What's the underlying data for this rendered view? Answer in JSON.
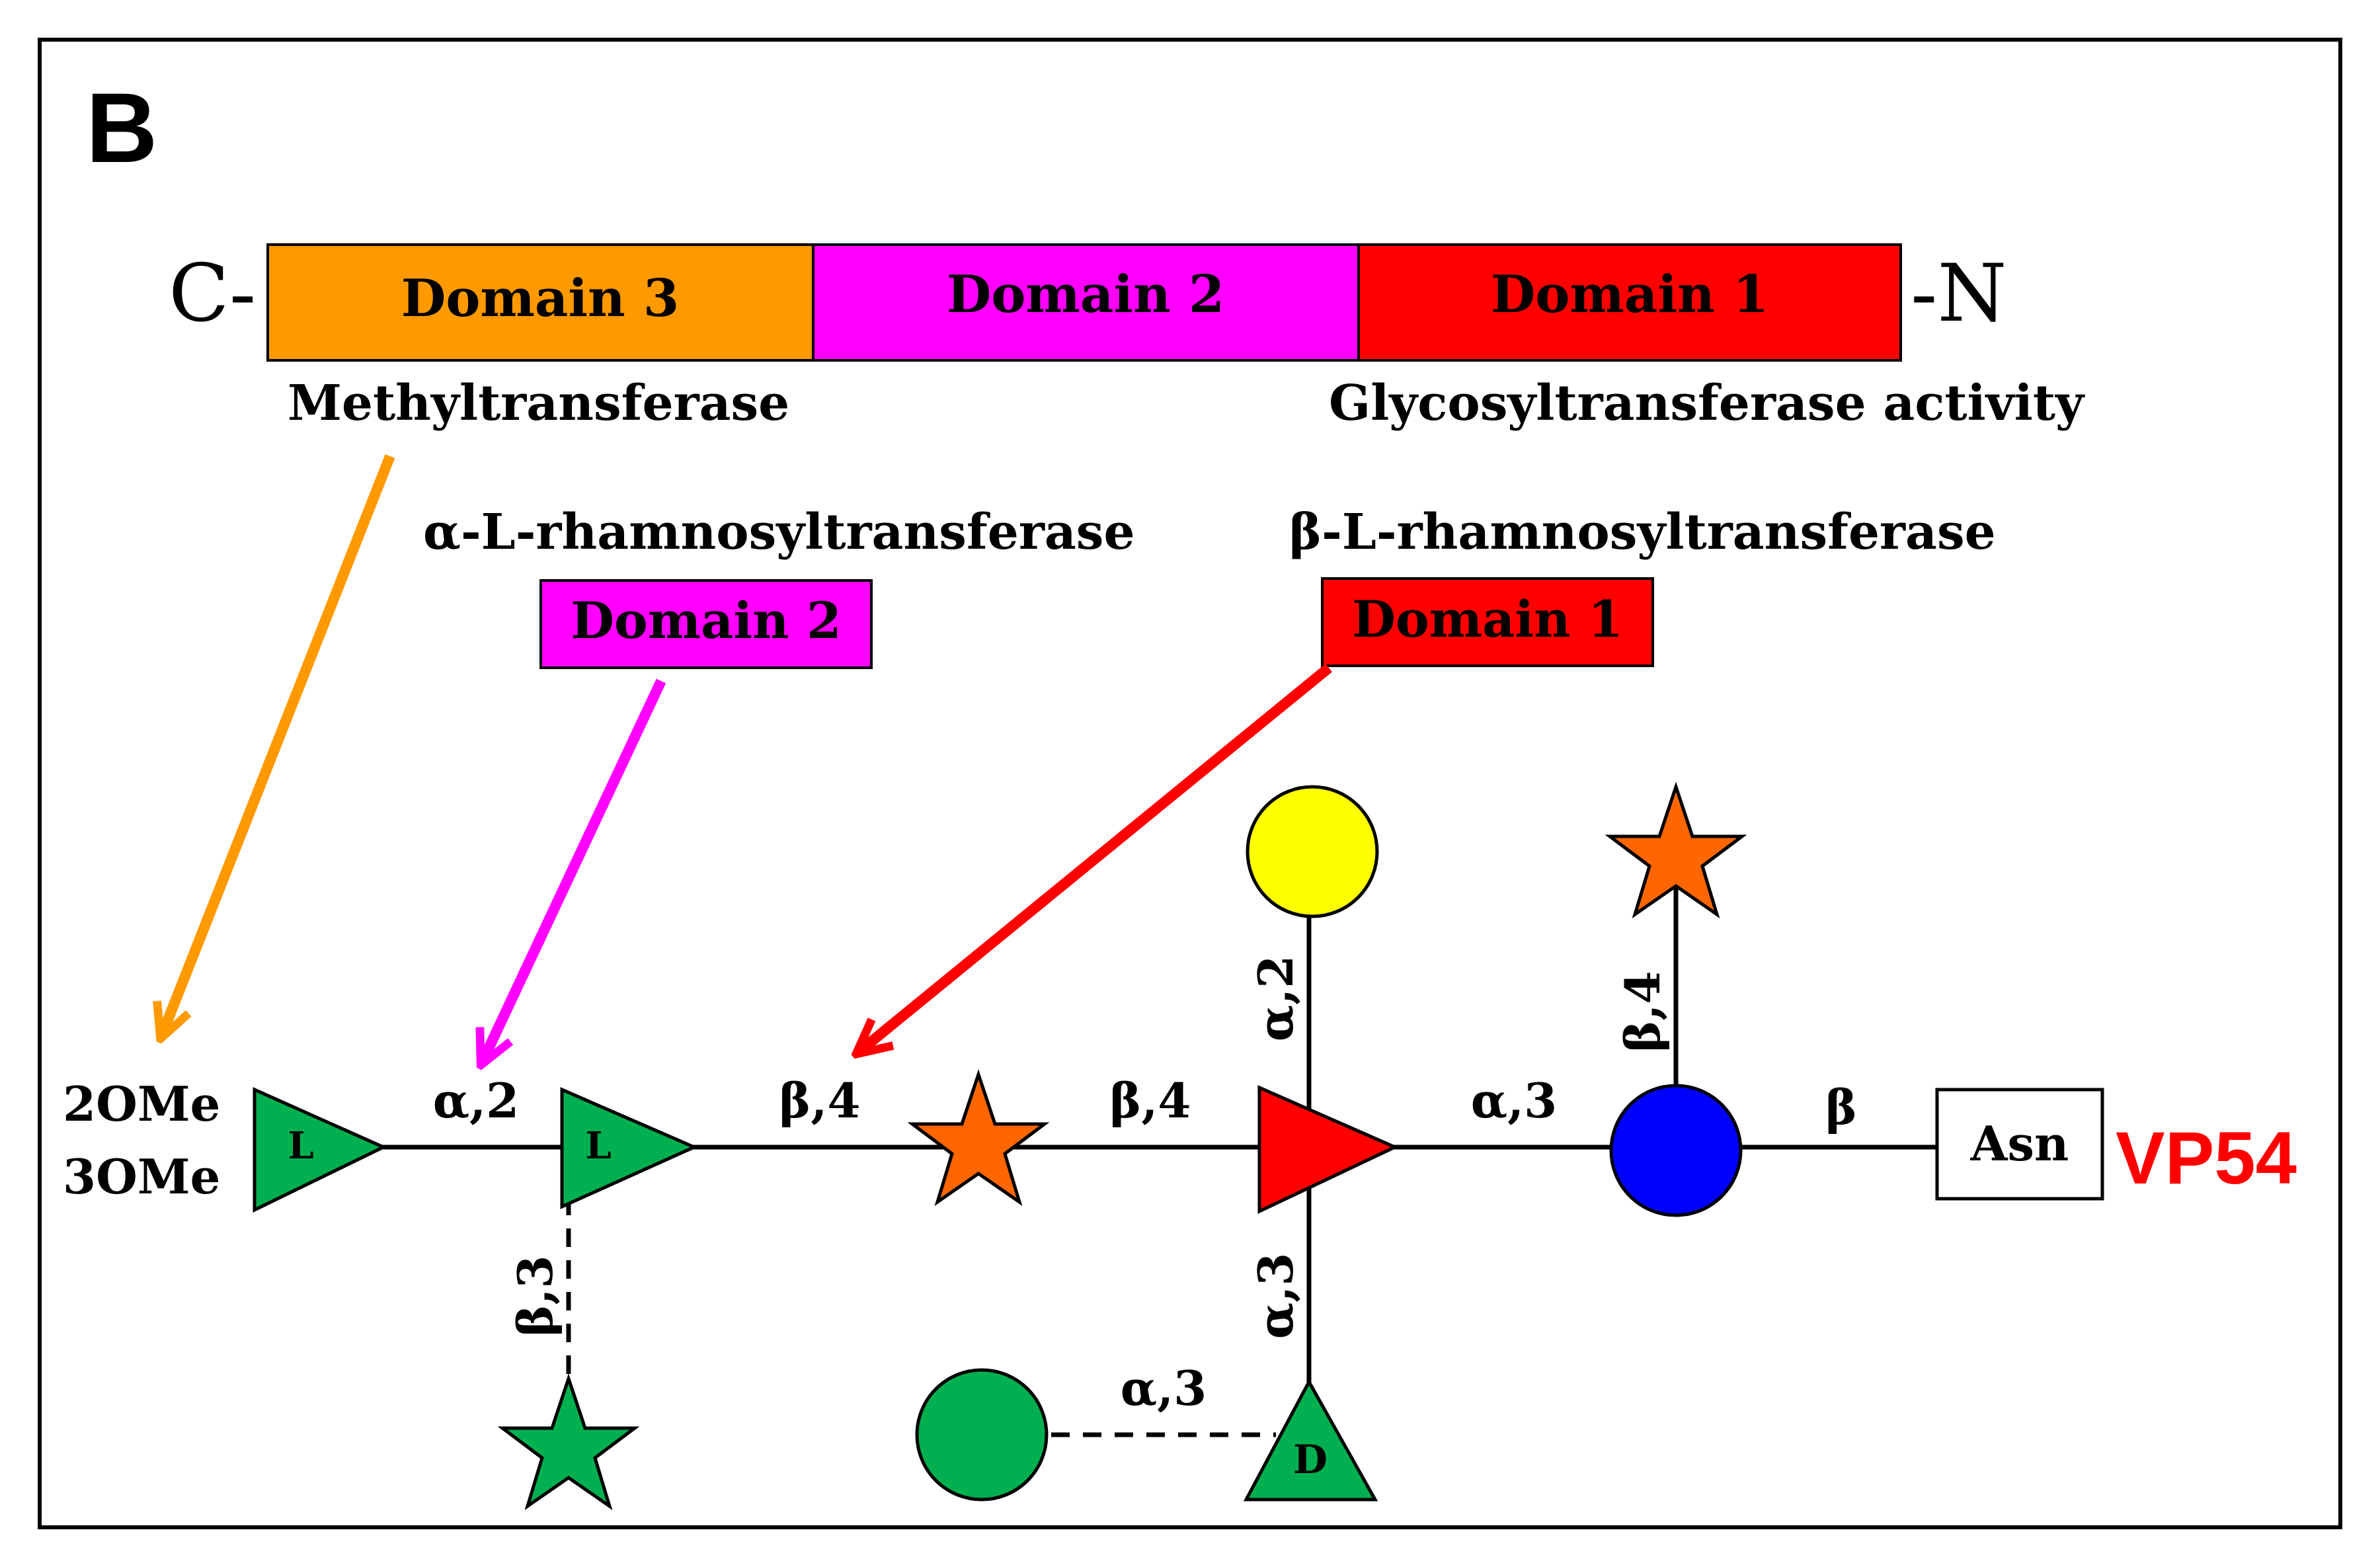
{
  "panel_label": "B",
  "protein": {
    "c_terminus": "C-",
    "n_terminus": "-N",
    "domains": [
      {
        "label": "Domain 3",
        "color": "#FF9900"
      },
      {
        "label": "Domain 2",
        "color": "#FF00FF"
      },
      {
        "label": "Domain 1",
        "color": "#FF0000"
      }
    ],
    "function_left": "Methyltransferase",
    "function_right": "Glycosyltransferase activity"
  },
  "enzymes": {
    "alpha": {
      "title": "α-L-rhamnosyltransferase",
      "box": "Domain 2",
      "color": "#FF00FF"
    },
    "beta": {
      "title": "β-L-rhamnosyltransferase",
      "box": "Domain 1",
      "color": "#FF0000"
    }
  },
  "glycan": {
    "methylation": [
      "2OMe",
      "3OMe"
    ],
    "residue_letters": {
      "rha_terminal": "L",
      "rha_second": "L",
      "d_residue": "D"
    },
    "linkages": {
      "rha_rha": "α,2",
      "rha_star": "β,4",
      "star_tri": "β,4",
      "tri_circle": "α,3",
      "circle_asn": "β",
      "yellow_branch": "α,2",
      "orange_star_branch": "β,4",
      "green_star_branch": "β,3",
      "d_branch": "α,3",
      "green_circle_d": "α,3"
    },
    "anchor": "Asn",
    "protein_name": "VP54"
  },
  "colors": {
    "orange_arrow": "#FF9900",
    "magenta_arrow": "#FF00FF",
    "red_arrow": "#FF0000",
    "green": "#00B050",
    "blue": "#0000FF",
    "yellow": "#FFFF00",
    "orange_star": "#FF6600",
    "red_triangle": "#FF0000",
    "vp54": "#FF0000"
  }
}
